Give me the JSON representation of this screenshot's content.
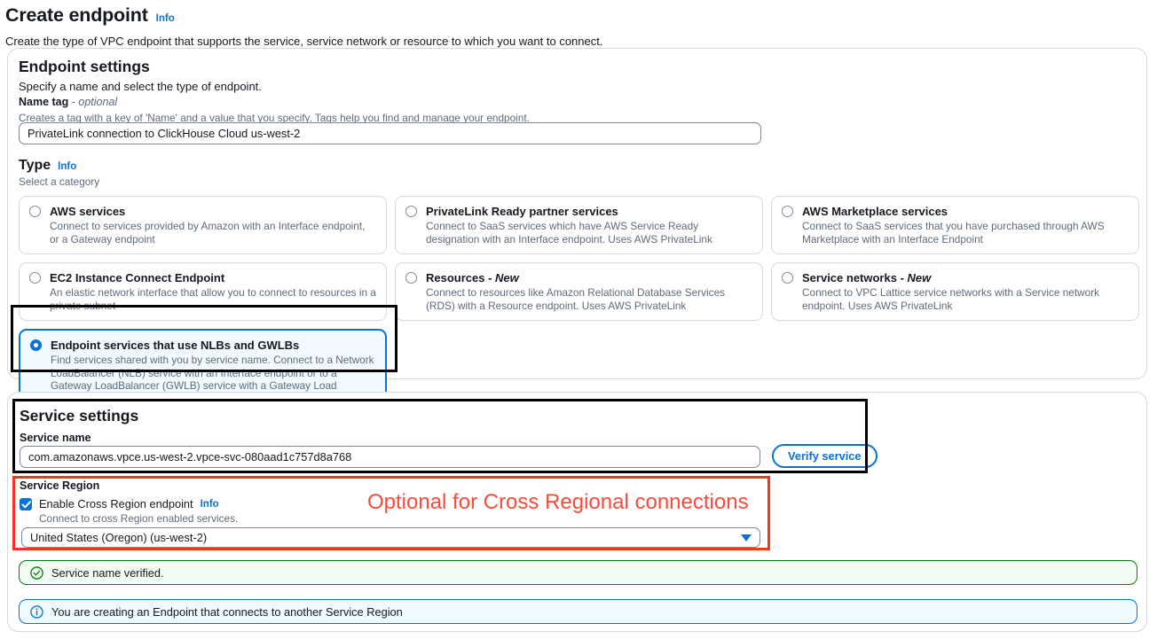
{
  "header": {
    "title": "Create endpoint",
    "info_label": "Info",
    "subtitle": "Create the type of VPC endpoint that supports the service, service network or resource to which you want to connect."
  },
  "endpoint_settings": {
    "title": "Endpoint settings",
    "subtitle": "Specify a name and select the type of endpoint.",
    "name_tag": {
      "label": "Name tag",
      "optional_suffix": "- optional",
      "description": "Creates a tag with a key of 'Name' and a value that you specify. Tags help you find and manage your endpoint.",
      "value": "PrivateLink connection to ClickHouse Cloud us-west-2",
      "placeholder": ""
    },
    "type": {
      "label": "Type",
      "info_label": "Info",
      "description": "Select a category",
      "options": [
        {
          "title": "AWS services",
          "description": "Connect to services provided by Amazon with an Interface endpoint, or a Gateway endpoint",
          "selected": false,
          "new": false
        },
        {
          "title": "PrivateLink Ready partner services",
          "description": "Connect to SaaS services which have AWS Service Ready designation with an Interface endpoint. Uses AWS PrivateLink",
          "selected": false,
          "new": false
        },
        {
          "title": "AWS Marketplace services",
          "description": "Connect to SaaS services that you have purchased through AWS Marketplace with an Interface Endpoint",
          "selected": false,
          "new": false
        },
        {
          "title": "EC2 Instance Connect Endpoint",
          "description": "An elastic network interface that allow you to connect to resources in a private subnet",
          "selected": false,
          "new": false
        },
        {
          "title": "Resources",
          "new_badge": "New",
          "description": "Connect to resources like Amazon Relational Database Services (RDS) with a Resource endpoint. Uses AWS PrivateLink",
          "selected": false,
          "new": true
        },
        {
          "title": "Service networks",
          "new_badge": "New",
          "description": "Connect to VPC Lattice service networks with a Service network endpoint. Uses AWS PrivateLink",
          "selected": false,
          "new": true
        },
        {
          "title": "Endpoint services that use NLBs and GWLBs",
          "description": "Find services shared with you by service name. Connect to a Network LoadBalancer (NLB) service with an Interface endpoint or to a Gateway LoadBalancer (GWLB) service with a Gateway Load Balancer endpoint",
          "selected": true,
          "new": false
        }
      ]
    }
  },
  "service_settings": {
    "title": "Service settings",
    "service_name": {
      "label": "Service name",
      "value": "com.amazonaws.vpce.us-west-2.vpce-svc-080aad1c757d8a768",
      "placeholder": ""
    },
    "verify_button": "Verify service",
    "service_region": {
      "label": "Service Region",
      "checkbox_label": "Enable Cross Region endpoint",
      "checkbox_info": "Info",
      "checkbox_checked": true,
      "checkbox_description": "Connect to cross Region enabled services.",
      "region_selected": "United States (Oregon) (us-west-2)"
    }
  },
  "annotations": {
    "red_note": "Optional for Cross Regional connections",
    "red_color": "#fb4a38",
    "black_color": "#000000"
  },
  "alerts": [
    {
      "type": "success",
      "icon": "check-circle-icon",
      "text": "Service name verified.",
      "border_color": "#037f0c",
      "background": "#f2fcf3"
    },
    {
      "type": "info",
      "icon": "info-circle-icon",
      "text": "You are creating an Endpoint that connects to another Service Region",
      "border_color": "#0972d3",
      "background": "#f0fbff"
    }
  ]
}
